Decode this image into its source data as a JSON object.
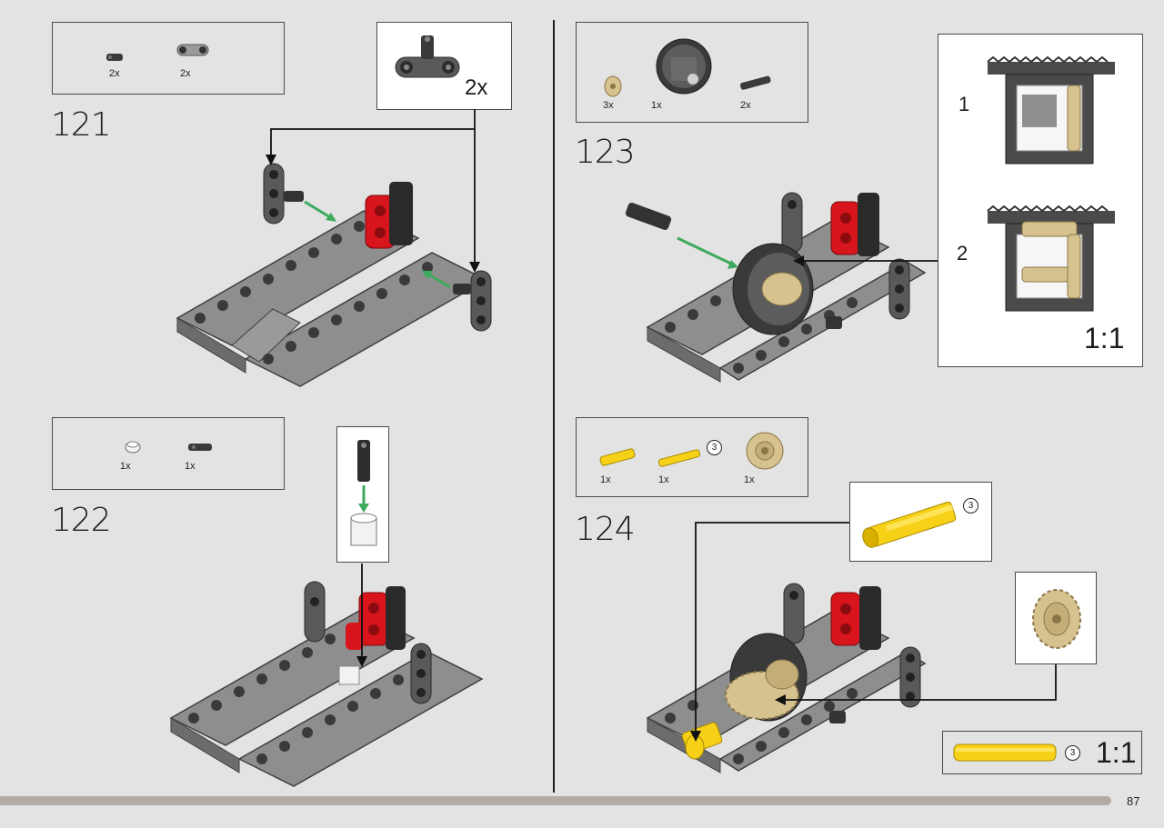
{
  "page_number": "87",
  "steps": [
    {
      "number": "121",
      "parts": [
        {
          "qty": "2x"
        },
        {
          "qty": "2x"
        }
      ],
      "callout_multiplier": "2x"
    },
    {
      "number": "122",
      "parts": [
        {
          "qty": "1x"
        },
        {
          "qty": "1x"
        }
      ]
    },
    {
      "number": "123",
      "parts": [
        {
          "qty": "3x"
        },
        {
          "qty": "1x"
        },
        {
          "qty": "2x"
        }
      ],
      "sub_steps": [
        "1",
        "2"
      ],
      "scale": "1:1"
    },
    {
      "number": "124",
      "parts": [
        {
          "qty": "1x"
        },
        {
          "qty": "1x",
          "axle_length": "3"
        },
        {
          "qty": "1x"
        }
      ],
      "callout_axle_length": "3",
      "scale_axle_length": "3",
      "scale": "1:1"
    }
  ],
  "colors": {
    "frame_gray": "#8e8e8e",
    "dark_gray": "#4b4b4b",
    "red": "#d8141c",
    "tan": "#d6c28f",
    "yellow": "#f7d117",
    "arrow_green": "#3daa5c",
    "arrow_black": "#111111"
  }
}
